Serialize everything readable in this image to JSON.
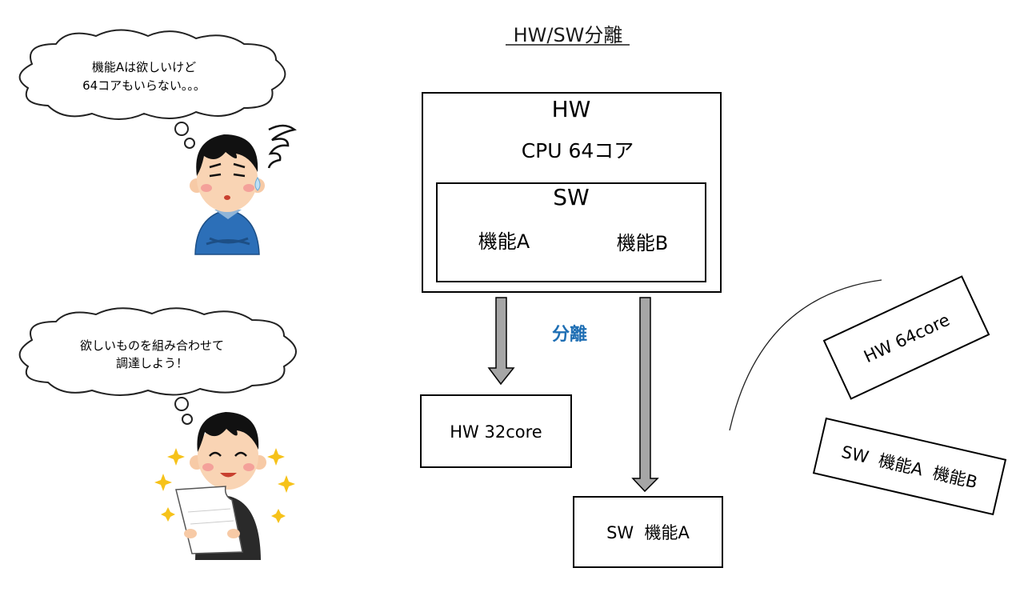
{
  "title": "HW/SW分離",
  "hw_box": {
    "label": "HW",
    "cpu": "CPU 64コア"
  },
  "sw_box": {
    "label": "SW",
    "func_a": "機能A",
    "func_b": "機能B"
  },
  "split_label": "分離",
  "result_hw": "HW 32core",
  "result_sw": "SW  機能A",
  "tilted_hw": "HW 64core",
  "tilted_sw": "SW  機能A  機能B",
  "bubble_top": {
    "line1": "機能Aは欲しいけど",
    "line2": "64コアもいらない。。。"
  },
  "bubble_bottom": {
    "line1": "欲しいものを組み合わせて",
    "line2": "調達しよう！"
  },
  "colors": {
    "split_label": "#1f6fb4",
    "arrow_fill": "#a6a6a6",
    "sparkle": "#f6c21a"
  }
}
